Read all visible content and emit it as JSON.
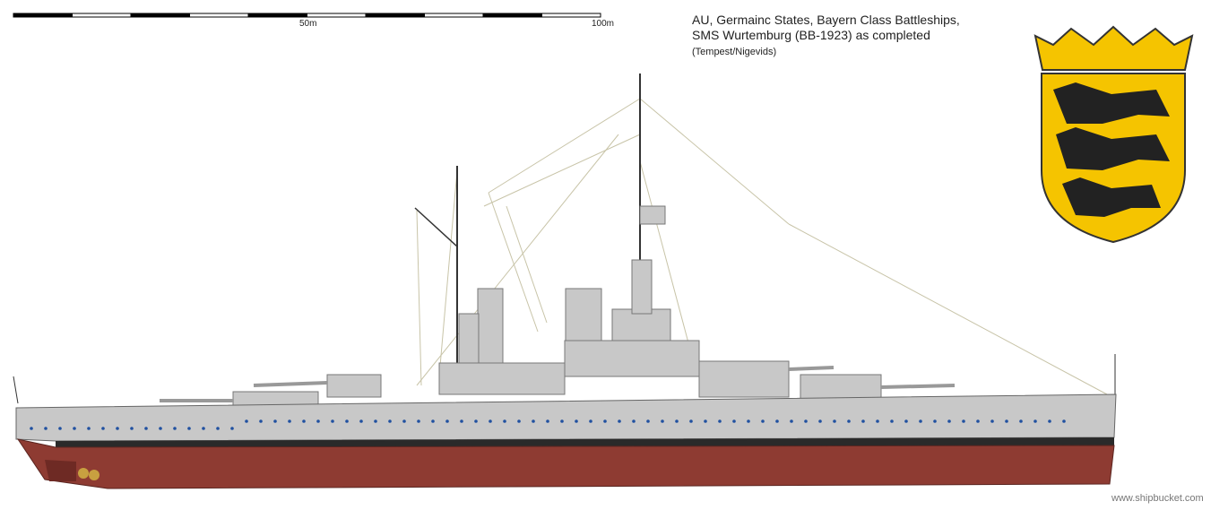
{
  "title": {
    "line1": "AU, Germainc States, Bayern Class Battleships,",
    "line2": "SMS Wurtemburg (BB-1923) as completed",
    "credit": "(Tempest/Nigevids)"
  },
  "scale_bar": {
    "label_mid": "50m",
    "label_end": "100m",
    "segments": 10
  },
  "watermark": "www.shipbucket.com",
  "colors": {
    "hull_grey": "#c8c8c8",
    "hull_red": "#8e3b32",
    "boot_top": "#2a2a2a",
    "crest_yellow": "#f5c400"
  }
}
